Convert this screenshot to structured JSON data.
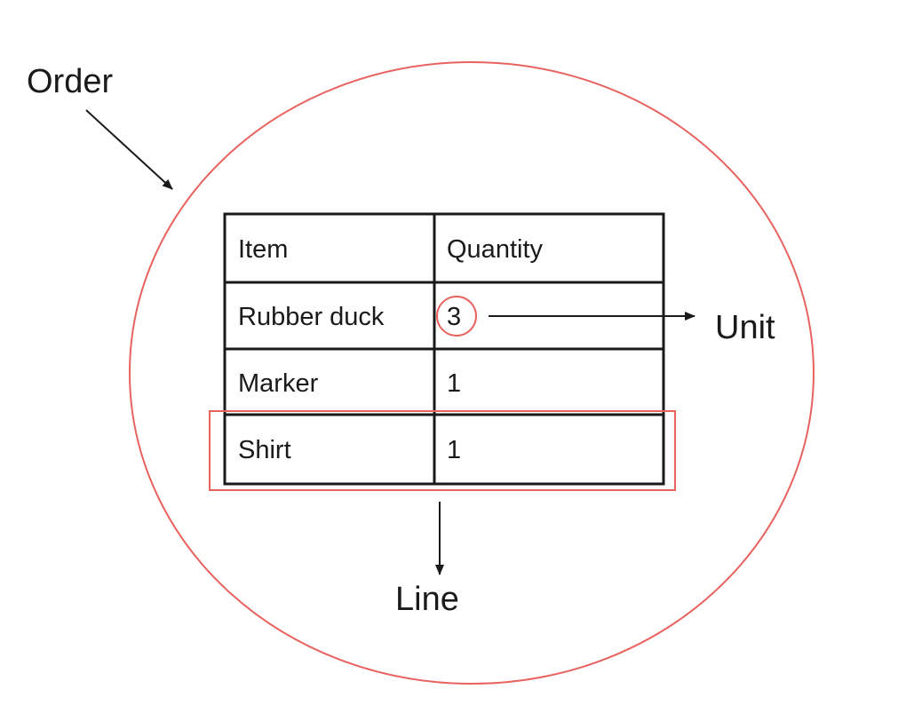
{
  "callouts": {
    "order": "Order",
    "unit": "Unit",
    "line": "Line"
  },
  "table": {
    "headers": [
      "Item",
      "Quantity"
    ],
    "rows": [
      [
        "Rubber duck",
        "3"
      ],
      [
        "Marker",
        "1"
      ],
      [
        "Shirt",
        "1"
      ]
    ]
  },
  "colors": {
    "highlight": "#e8635f",
    "ink": "#1a1a1a",
    "background": "#ffffff"
  }
}
